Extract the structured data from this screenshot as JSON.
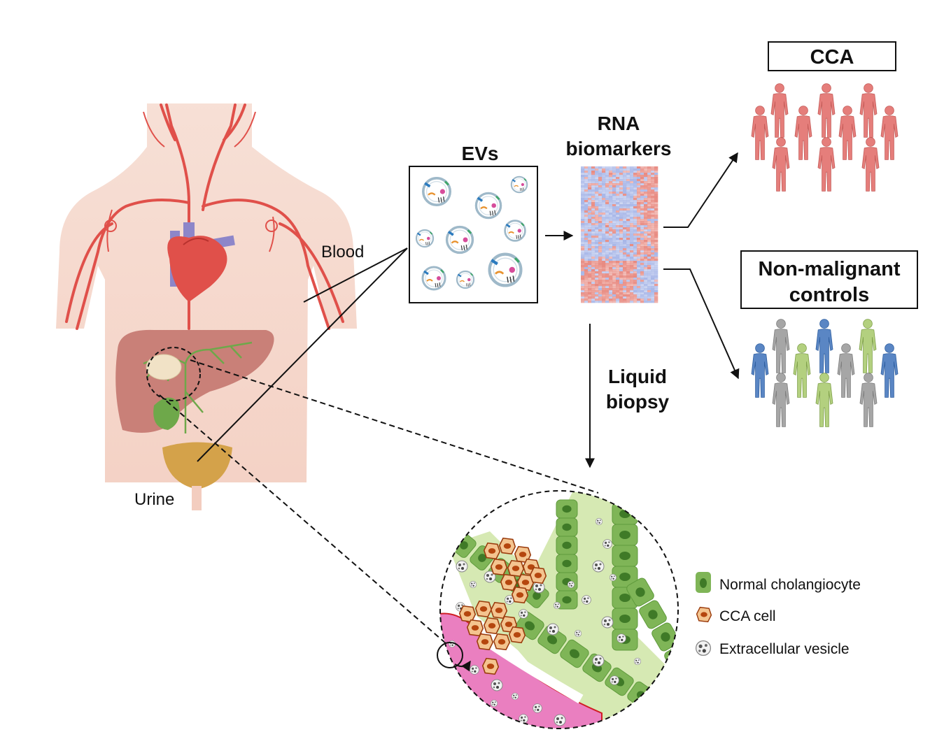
{
  "labels": {
    "blood": "Blood",
    "urine": "Urine",
    "evs": "EVs",
    "rna_line1": "RNA",
    "rna_line2": "biomarkers",
    "liquid_line1": "Liquid",
    "liquid_line2": "biopsy",
    "cca_box": "CCA",
    "controls_line1": "Non-malignant",
    "controls_line2": "controls"
  },
  "legend": [
    {
      "label": "Normal cholangiocyte",
      "icon": "cholangiocyte-icon"
    },
    {
      "label": "CCA cell",
      "icon": "cca-cell-icon"
    },
    {
      "label": "Extracellular vesicle",
      "icon": "vesicle-icon"
    }
  ],
  "colors": {
    "skin": "#f5d3c6",
    "artery": "#e0504a",
    "vein": "#8d86c9",
    "liver": "#c98078",
    "gallbladder": "#6ea84a",
    "bladder": "#d4a24a",
    "cca_group": "#e57e7b",
    "control_blue": "#5a86c4",
    "control_gray": "#a6a6a6",
    "control_green": "#b3d07f",
    "heatmap_blue": "#a8b7e8",
    "heatmap_red": "#e88b82",
    "cholangiocyte": "#7fb557",
    "cca_cell_fill": "#f4c48f",
    "cca_cell_nucleus": "#b5460e",
    "vessel_pink": "#ea7fc0",
    "lumen_green": "#d6e9b3"
  }
}
